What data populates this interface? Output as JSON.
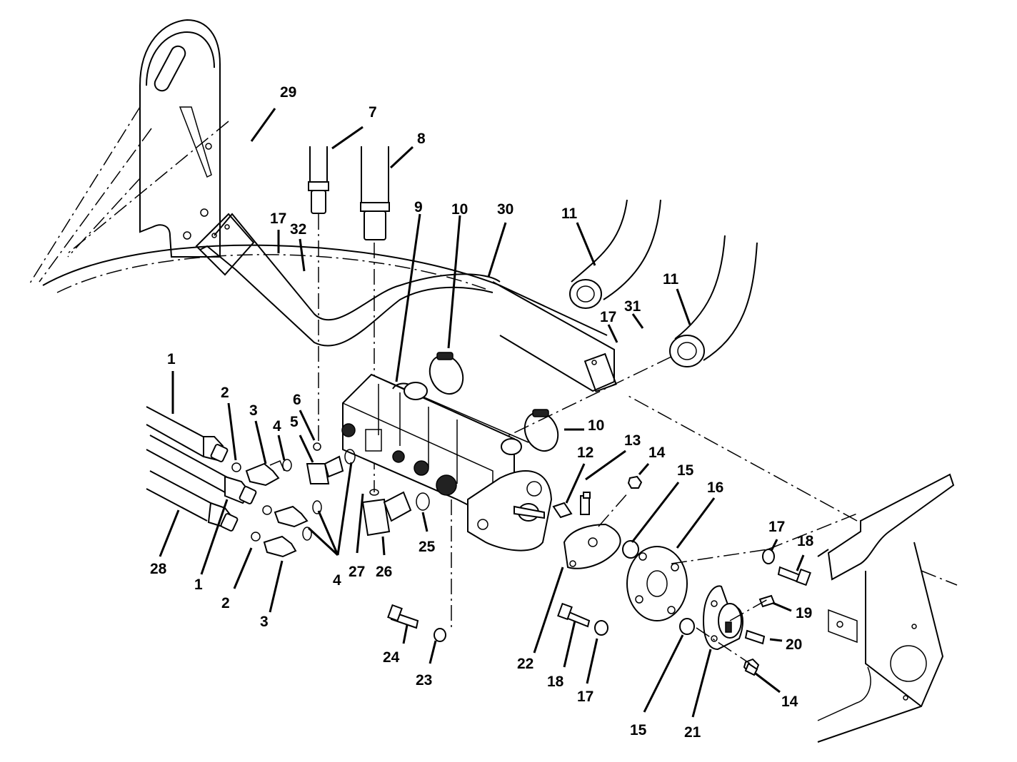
{
  "diagram": {
    "callouts": [
      {
        "id": "c29",
        "text": "29"
      },
      {
        "id": "c7",
        "text": "7"
      },
      {
        "id": "c8",
        "text": "8"
      },
      {
        "id": "c9",
        "text": "9"
      },
      {
        "id": "c10a",
        "text": "10"
      },
      {
        "id": "c30",
        "text": "30"
      },
      {
        "id": "c11a",
        "text": "11"
      },
      {
        "id": "c11b",
        "text": "11"
      },
      {
        "id": "c17a",
        "text": "17"
      },
      {
        "id": "c32",
        "text": "32"
      },
      {
        "id": "c17b",
        "text": "17"
      },
      {
        "id": "c31",
        "text": "31"
      },
      {
        "id": "c1a",
        "text": "1"
      },
      {
        "id": "c2a",
        "text": "2"
      },
      {
        "id": "c3a",
        "text": "3"
      },
      {
        "id": "c4a",
        "text": "4"
      },
      {
        "id": "c5",
        "text": "5"
      },
      {
        "id": "c6",
        "text": "6"
      },
      {
        "id": "c10b",
        "text": "10"
      },
      {
        "id": "c12",
        "text": "12"
      },
      {
        "id": "c13",
        "text": "13"
      },
      {
        "id": "c14a",
        "text": "14"
      },
      {
        "id": "c15a",
        "text": "15"
      },
      {
        "id": "c16",
        "text": "16"
      },
      {
        "id": "c17c",
        "text": "17"
      },
      {
        "id": "c18a",
        "text": "18"
      },
      {
        "id": "c28",
        "text": "28"
      },
      {
        "id": "c1b",
        "text": "1"
      },
      {
        "id": "c2b",
        "text": "2"
      },
      {
        "id": "c3b",
        "text": "3"
      },
      {
        "id": "c4b",
        "text": "4"
      },
      {
        "id": "c27",
        "text": "27"
      },
      {
        "id": "c26",
        "text": "26"
      },
      {
        "id": "c25",
        "text": "25"
      },
      {
        "id": "c19",
        "text": "19"
      },
      {
        "id": "c20",
        "text": "20"
      },
      {
        "id": "c24",
        "text": "24"
      },
      {
        "id": "c23",
        "text": "23"
      },
      {
        "id": "c22",
        "text": "22"
      },
      {
        "id": "c18b",
        "text": "18"
      },
      {
        "id": "c17d",
        "text": "17"
      },
      {
        "id": "c15b",
        "text": "15"
      },
      {
        "id": "c21",
        "text": "21"
      },
      {
        "id": "c14b",
        "text": "14"
      }
    ]
  }
}
